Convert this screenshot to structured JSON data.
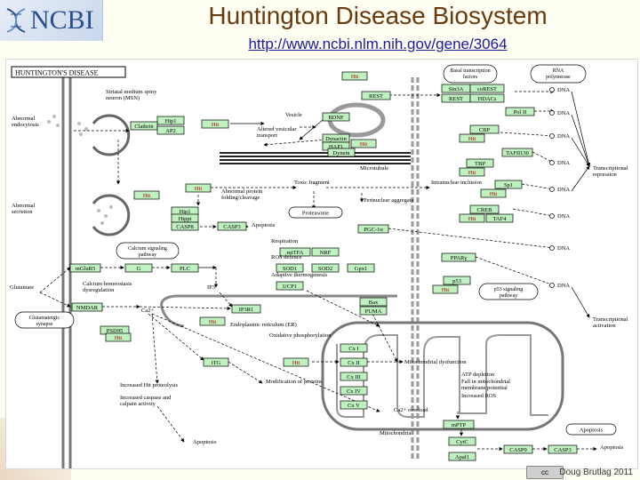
{
  "header": {
    "logo_text": "NCBI",
    "title": "Huntington Disease Biosystem",
    "url": "http://www.ncbi.nlm.nih.gov/gene/3064"
  },
  "footer": {
    "credit": "Doug Brutlag 2011",
    "license_badge": "cc"
  },
  "diagram": {
    "map_title": "HUNTINGTON'S DISEASE",
    "boxes": [
      {
        "id": "htt_rest",
        "label": "Htt"
      },
      {
        "id": "rest",
        "label": "REST"
      },
      {
        "id": "sin3a",
        "label": "Sin3A"
      },
      {
        "id": "corest",
        "label": "coREST"
      },
      {
        "id": "rest2",
        "label": "REST"
      },
      {
        "id": "hdacs",
        "label": "HDACs"
      },
      {
        "id": "hip1",
        "label": "Hip1"
      },
      {
        "id": "htt_hip1",
        "label": "Htt"
      },
      {
        "id": "clathrin",
        "label": "Clathrin"
      },
      {
        "id": "ap2",
        "label": "AP2"
      },
      {
        "id": "bdnf",
        "label": "BDNF"
      },
      {
        "id": "dynactin",
        "label": "Dynactin"
      },
      {
        "id": "hap1",
        "label": "HAP1"
      },
      {
        "id": "htt_hap1",
        "label": "Htt"
      },
      {
        "id": "dynein",
        "label": "Dynein"
      },
      {
        "id": "pol2",
        "label": "Pol II"
      },
      {
        "id": "cbp",
        "label": "CBP"
      },
      {
        "id": "htt_cbp",
        "label": "Htt"
      },
      {
        "id": "taf",
        "label": "TAFII130"
      },
      {
        "id": "tbp",
        "label": "TBP"
      },
      {
        "id": "htt_tbp",
        "label": "Htt"
      },
      {
        "id": "sp1",
        "label": "Sp1"
      },
      {
        "id": "htt_sp1",
        "label": "Htt"
      },
      {
        "id": "creb",
        "label": "CREB"
      },
      {
        "id": "htt_creb",
        "label": "Htt"
      },
      {
        "id": "taf4",
        "label": "TAF4"
      },
      {
        "id": "pgc",
        "label": "PGC-1α"
      },
      {
        "id": "ppar",
        "label": "PPARγ"
      },
      {
        "id": "p53",
        "label": "p53"
      },
      {
        "id": "htt_p53",
        "label": "Htt"
      },
      {
        "id": "htt_sec",
        "label": "Htt"
      },
      {
        "id": "htt_frag",
        "label": "Htt"
      },
      {
        "id": "hip1b",
        "label": "Hip1"
      },
      {
        "id": "hippi",
        "label": "Hippi"
      },
      {
        "id": "casp8",
        "label": "CASP8"
      },
      {
        "id": "casp3",
        "label": "CASP3"
      },
      {
        "id": "mglur5",
        "label": "mGluR5"
      },
      {
        "id": "g",
        "label": "G"
      },
      {
        "id": "plc",
        "label": "PLC"
      },
      {
        "id": "nmdar",
        "label": "NMDAR"
      },
      {
        "id": "ip3r1",
        "label": "IP3R1"
      },
      {
        "id": "htt_ip3",
        "label": "Htt"
      },
      {
        "id": "psd95",
        "label": "PSD95"
      },
      {
        "id": "htt_psd",
        "label": "Htt"
      },
      {
        "id": "mttfa",
        "label": "mtTFA"
      },
      {
        "id": "nrf",
        "label": "NRF"
      },
      {
        "id": "sod1",
        "label": "SOD1"
      },
      {
        "id": "sod2",
        "label": "SOD2"
      },
      {
        "id": "gpx1",
        "label": "Gpx1"
      },
      {
        "id": "ucp1",
        "label": "UCP1"
      },
      {
        "id": "bax",
        "label": "Bax"
      },
      {
        "id": "puma",
        "label": "PUMA"
      },
      {
        "id": "ttg",
        "label": "tTG"
      },
      {
        "id": "htt_ox",
        "label": "Htt"
      },
      {
        "id": "cx1",
        "label": "Cx I"
      },
      {
        "id": "cx2",
        "label": "Cx II"
      },
      {
        "id": "cx3",
        "label": "Cx III"
      },
      {
        "id": "cx4",
        "label": "Cx IV"
      },
      {
        "id": "cx5",
        "label": "Cx V"
      },
      {
        "id": "mptp",
        "label": "mPTP"
      },
      {
        "id": "cytc",
        "label": "CytC"
      },
      {
        "id": "apaf1",
        "label": "Apaf1"
      },
      {
        "id": "casp9",
        "label": "CASP9"
      },
      {
        "id": "casp3b",
        "label": "CASP3"
      }
    ],
    "ovals": [
      {
        "id": "basal",
        "label": "Basal transcription factors"
      },
      {
        "id": "rnapol",
        "label": "RNA polymerase"
      },
      {
        "id": "proteasome",
        "label": "Proteasome"
      },
      {
        "id": "calcium_pw",
        "label": "Calcium signaling pathway"
      },
      {
        "id": "glut_syn",
        "label": "Glutamatergic synapse"
      },
      {
        "id": "p53_pw",
        "label": "p53 signaling pathway"
      },
      {
        "id": "apop_pw",
        "label": "Apoptosis"
      }
    ],
    "labels": {
      "msn": "Striatal medium spiny neuron (MSN)",
      "abn_endo": "Abnormal endocytosis",
      "vesicle": "Vesicle",
      "alt_ves": "Altered vesicular transport",
      "microtubule": "Microtubule",
      "toxic": "Toxic fragment",
      "abn_fold": "Abnormal protein folding/cleavage",
      "intranuclear": "Intranuclear inclusion",
      "perinuclear": "Perinuclear aggregate",
      "abn_sec": "Abnormal secretion",
      "apoptosis1": "Apoptosis",
      "respiration": "Respiration",
      "ros": "ROS defence",
      "thermo": "Adaptive thermogenesis",
      "ca_homeo": "Calcium homeostasis dysregulation",
      "ip3": "IP3",
      "glutamate": "Glutamate",
      "er": "Endoplasmic reticulum (ER)",
      "ox_phos": "Oxidative phosphorylation",
      "mito_dys": "Mitochondrial dysfunction",
      "atp": "ATP depletion",
      "fall": "Fall in mitochondrial membrane potential",
      "inc_ros": "Increased ROS",
      "ca2": "Ca2+",
      "overload": "Ca2+ overload",
      "inc_htt": "Increased Htt proteolysis",
      "inc_casp": "Increased caspase and calpain activity",
      "mod_prot": "Modification of proteins",
      "apoptosis2": "Apoptosis",
      "mitochondria": "Mitochondria",
      "apoptosis3": "Apoptosis",
      "tx_rep": "Transcriptional repression",
      "tx_act": "Transcriptional activation",
      "dna": "DNA"
    }
  }
}
